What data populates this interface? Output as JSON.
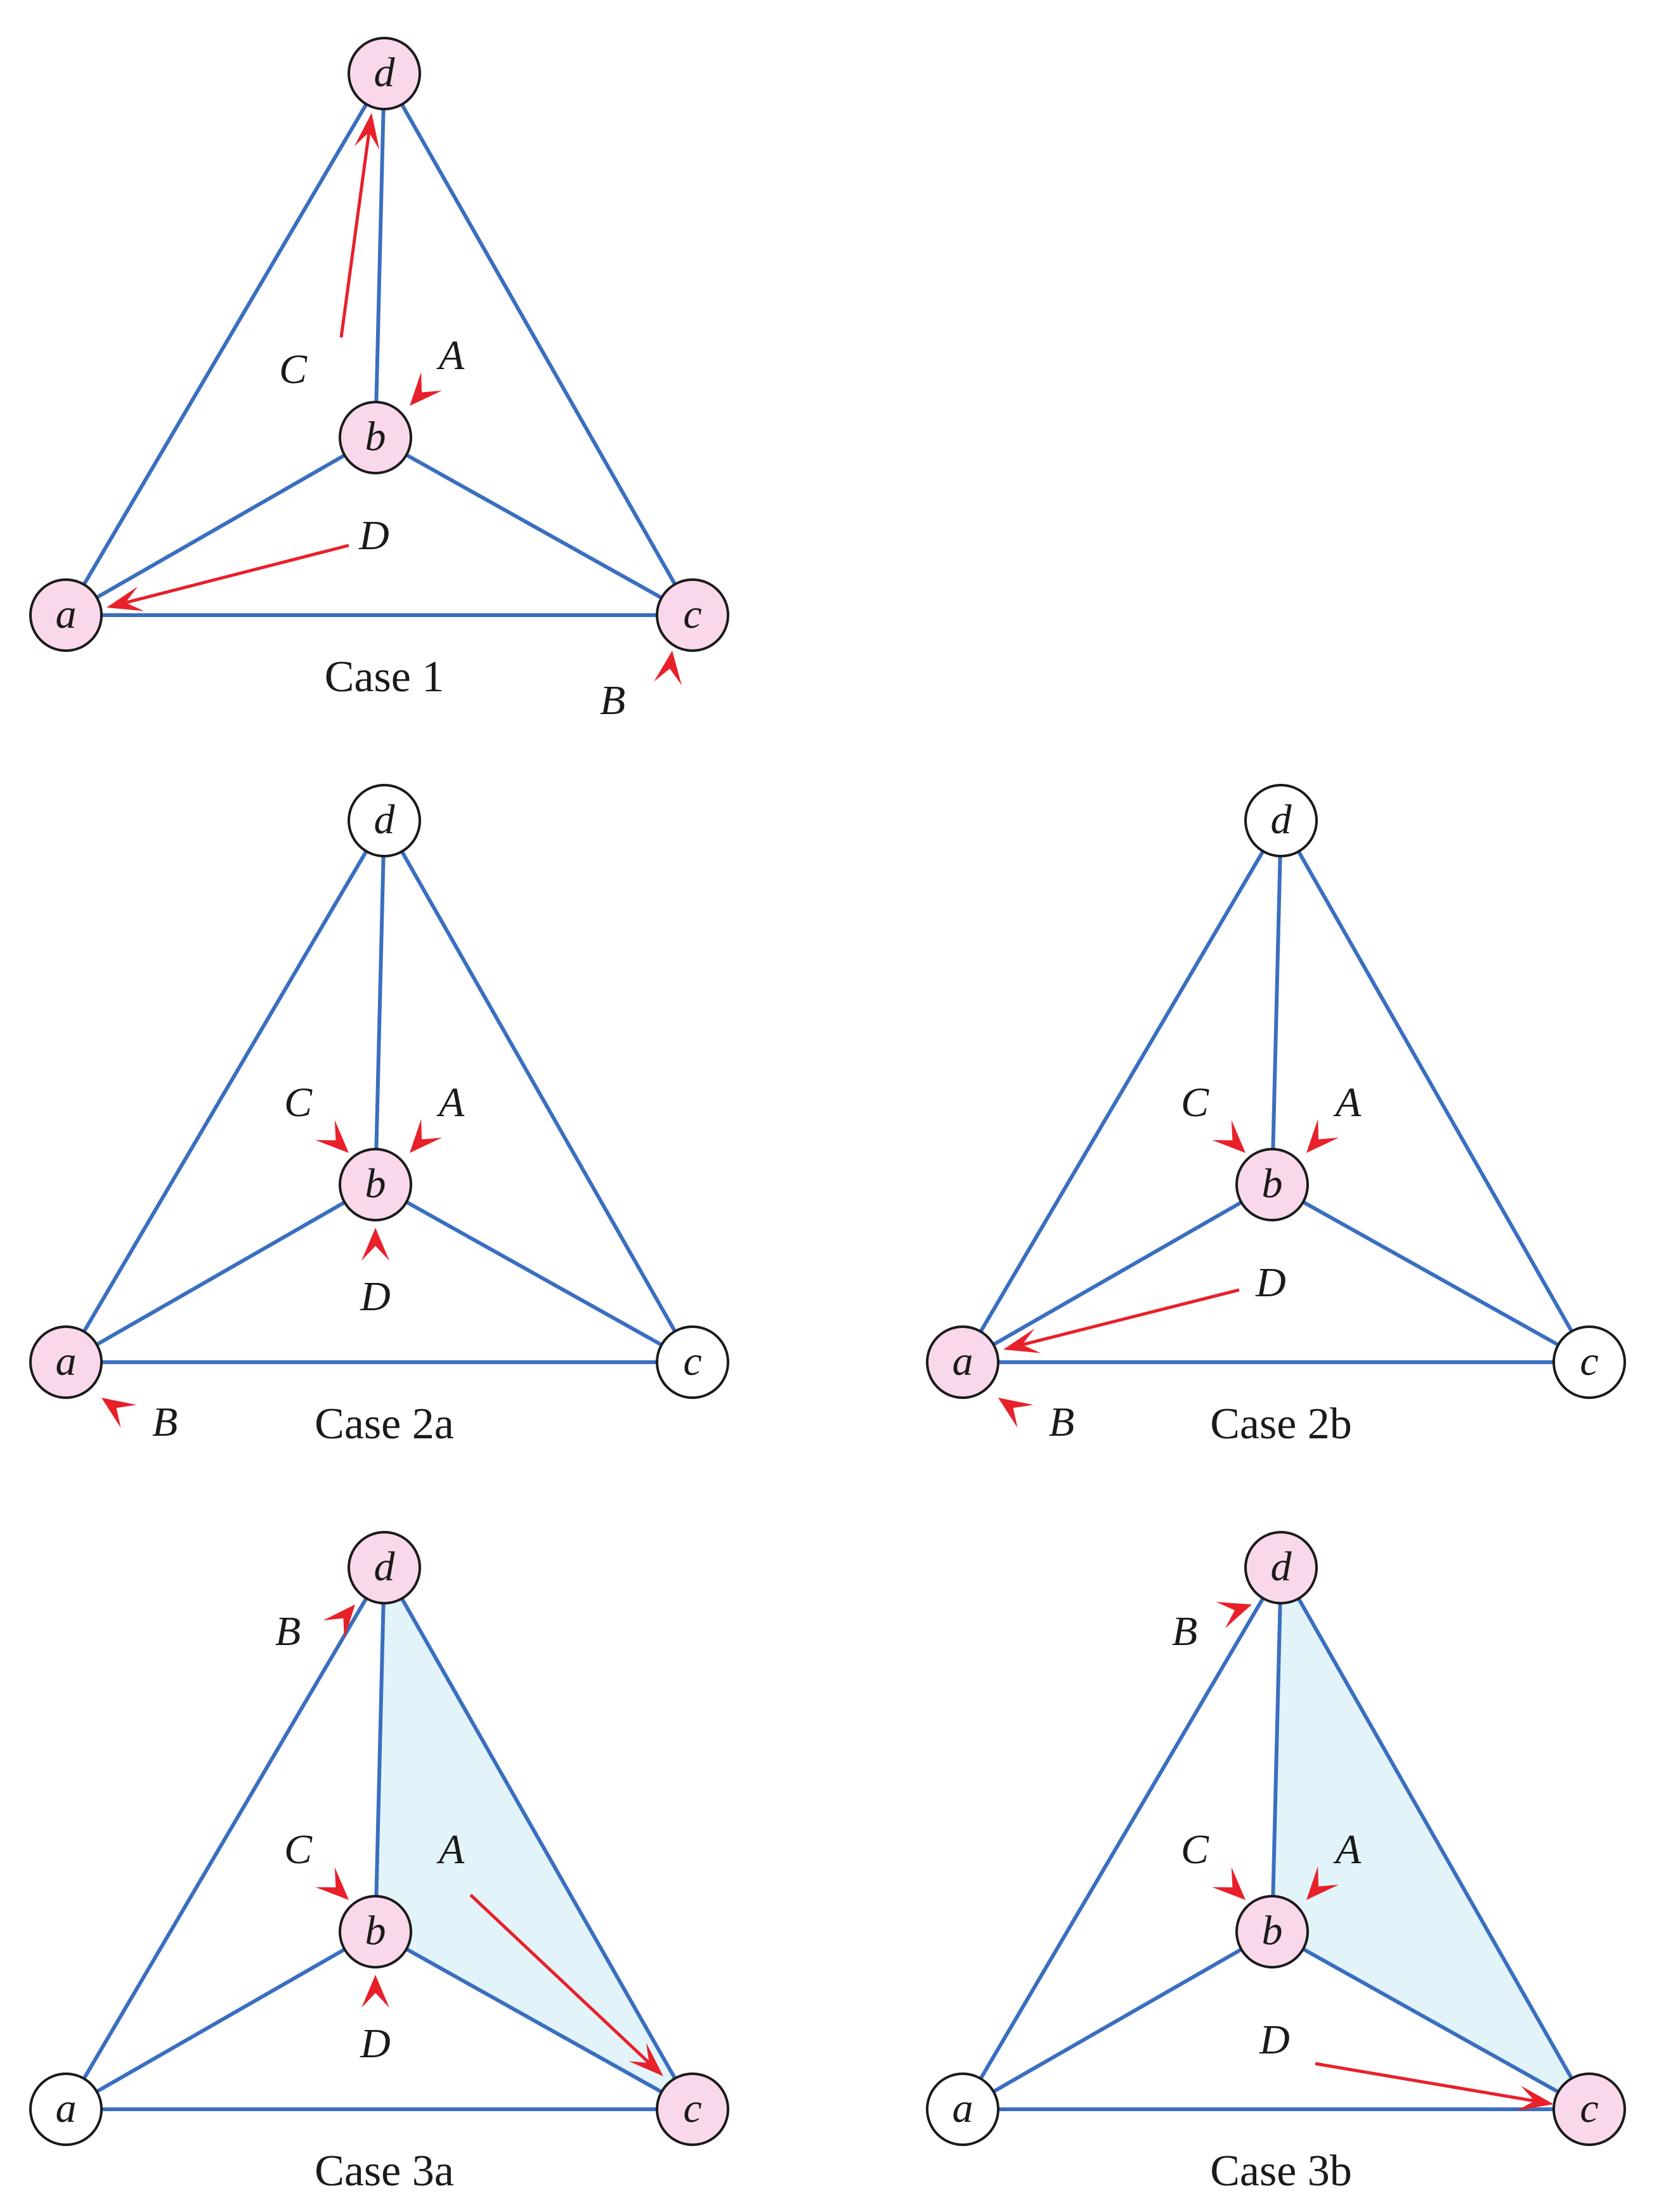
{
  "colors": {
    "edge": "#3a6ebf",
    "arrow": "#e8202a",
    "node_highlight": "#f8d8ea",
    "node_plain": "#ffffff",
    "face_highlight": "#e2f4f9"
  },
  "diagrams": [
    {
      "id": "case-1",
      "caption": "Case 1",
      "nodes": [
        {
          "id": "a",
          "label": "a",
          "highlighted": true
        },
        {
          "id": "b",
          "label": "b",
          "highlighted": true
        },
        {
          "id": "c",
          "label": "c",
          "highlighted": true
        },
        {
          "id": "d",
          "label": "d",
          "highlighted": true
        }
      ],
      "arrows": [
        {
          "label": "A",
          "target": "b",
          "kind": "pointer"
        },
        {
          "label": "B",
          "target": "c",
          "kind": "pointer"
        },
        {
          "label": "C",
          "target": "d",
          "kind": "long"
        },
        {
          "label": "D",
          "target": "a",
          "kind": "long"
        }
      ],
      "shaded_face": []
    },
    {
      "id": "case-2a",
      "caption": "Case 2a",
      "nodes": [
        {
          "id": "a",
          "label": "a",
          "highlighted": true
        },
        {
          "id": "b",
          "label": "b",
          "highlighted": true
        },
        {
          "id": "c",
          "label": "c",
          "highlighted": false
        },
        {
          "id": "d",
          "label": "d",
          "highlighted": false
        }
      ],
      "arrows": [
        {
          "label": "A",
          "target": "b",
          "kind": "pointer"
        },
        {
          "label": "B",
          "target": "a",
          "kind": "pointer"
        },
        {
          "label": "C",
          "target": "b",
          "kind": "pointer"
        },
        {
          "label": "D",
          "target": "b",
          "kind": "pointer"
        }
      ],
      "shaded_face": []
    },
    {
      "id": "case-2b",
      "caption": "Case 2b",
      "nodes": [
        {
          "id": "a",
          "label": "a",
          "highlighted": true
        },
        {
          "id": "b",
          "label": "b",
          "highlighted": true
        },
        {
          "id": "c",
          "label": "c",
          "highlighted": false
        },
        {
          "id": "d",
          "label": "d",
          "highlighted": false
        }
      ],
      "arrows": [
        {
          "label": "A",
          "target": "b",
          "kind": "pointer"
        },
        {
          "label": "B",
          "target": "a",
          "kind": "pointer"
        },
        {
          "label": "C",
          "target": "b",
          "kind": "pointer"
        },
        {
          "label": "D",
          "target": "a",
          "kind": "long"
        }
      ],
      "shaded_face": []
    },
    {
      "id": "case-3a",
      "caption": "Case 3a",
      "nodes": [
        {
          "id": "a",
          "label": "a",
          "highlighted": false
        },
        {
          "id": "b",
          "label": "b",
          "highlighted": true
        },
        {
          "id": "c",
          "label": "c",
          "highlighted": true
        },
        {
          "id": "d",
          "label": "d",
          "highlighted": true
        }
      ],
      "arrows": [
        {
          "label": "A",
          "target": "c",
          "kind": "long"
        },
        {
          "label": "B",
          "target": "d",
          "kind": "pointer"
        },
        {
          "label": "C",
          "target": "b",
          "kind": "pointer"
        },
        {
          "label": "D",
          "target": "b",
          "kind": "pointer"
        }
      ],
      "shaded_face": [
        "b",
        "c",
        "d"
      ]
    },
    {
      "id": "case-3b",
      "caption": "Case 3b",
      "nodes": [
        {
          "id": "a",
          "label": "a",
          "highlighted": false
        },
        {
          "id": "b",
          "label": "b",
          "highlighted": true
        },
        {
          "id": "c",
          "label": "c",
          "highlighted": true
        },
        {
          "id": "d",
          "label": "d",
          "highlighted": true
        }
      ],
      "arrows": [
        {
          "label": "A",
          "target": "b",
          "kind": "pointer"
        },
        {
          "label": "B",
          "target": "d",
          "kind": "pointer"
        },
        {
          "label": "C",
          "target": "b",
          "kind": "pointer"
        },
        {
          "label": "D",
          "target": "c",
          "kind": "long"
        }
      ],
      "shaded_face": [
        "b",
        "c",
        "d"
      ]
    }
  ]
}
